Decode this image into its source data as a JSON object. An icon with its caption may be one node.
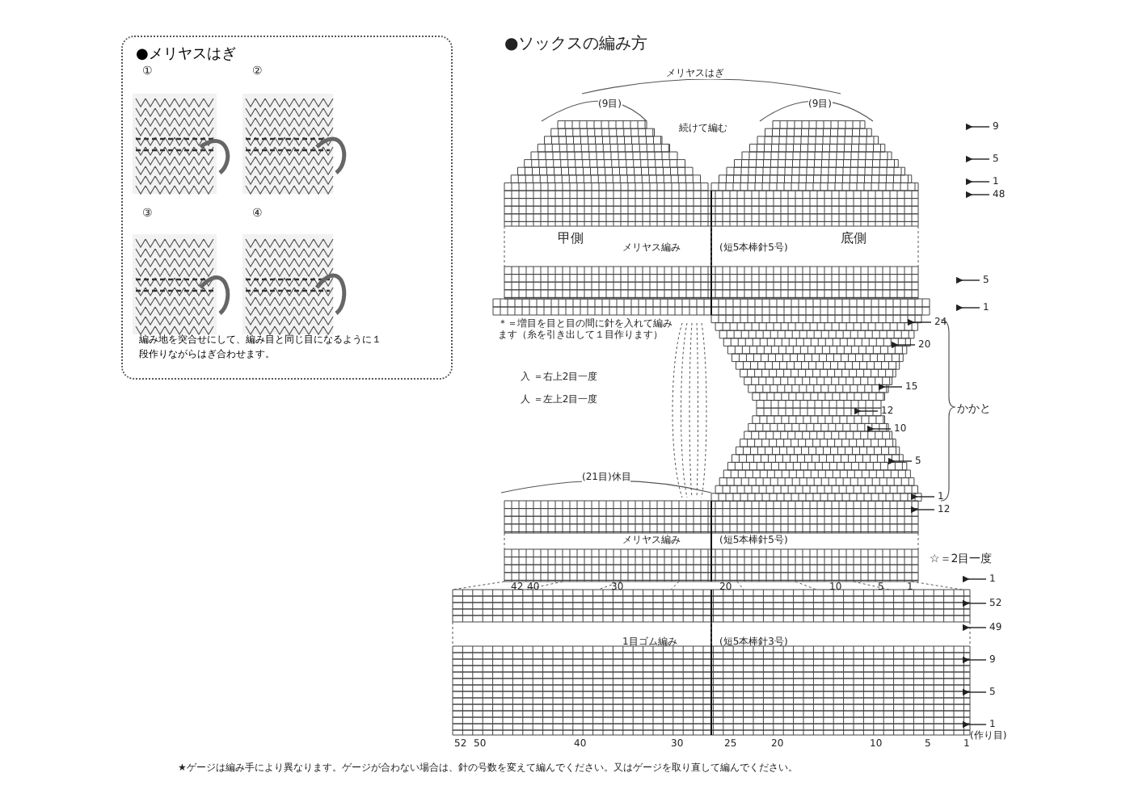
{
  "diagram": {
    "title": "●ソックスの編み方",
    "nodes": [
      {
        "text": [
          "●メリヤスはぎ",
          "編み地を突合せにして、編み目と同じ目になるように１段作りながらはぎ合わせます。"
        ]
      }
    ],
    "labels": [
      "①",
      "②",
      "③",
      "④",
      "メリヤスはぎ",
      "(9目)",
      "(9目)",
      "続けて編む",
      "9",
      "5",
      "1",
      "48",
      "甲側",
      "メリヤス編み",
      "(短5本棒針5号)",
      "底側",
      "5",
      "1",
      "24",
      "＊＝増目を目と目の間に針を入れて編みます（糸を引き出して１目作ります）",
      "入 ＝右上2目一度",
      "人 ＝左上2目一度",
      "20",
      "15",
      "12",
      "10",
      "5",
      "1",
      "12",
      "かかと",
      "(21目)休目",
      "メリヤス編み",
      "(短5本棒針5号)",
      "☆＝2目一度",
      "1",
      "42",
      "40",
      "30",
      "20",
      "10",
      "5",
      "1",
      "52",
      "49",
      "1目ゴム編み",
      "(短5本棒針3号)",
      "9",
      "5",
      "1",
      "(作り目)",
      "52",
      "50",
      "40",
      "30",
      "25",
      "20",
      "10",
      "5",
      "1",
      "★ゲージは編み手により異なります。ゲージが合わない場合は、針の号数を変えて編んでください。又はゲージを取り直して編んでください。"
    ]
  }
}
